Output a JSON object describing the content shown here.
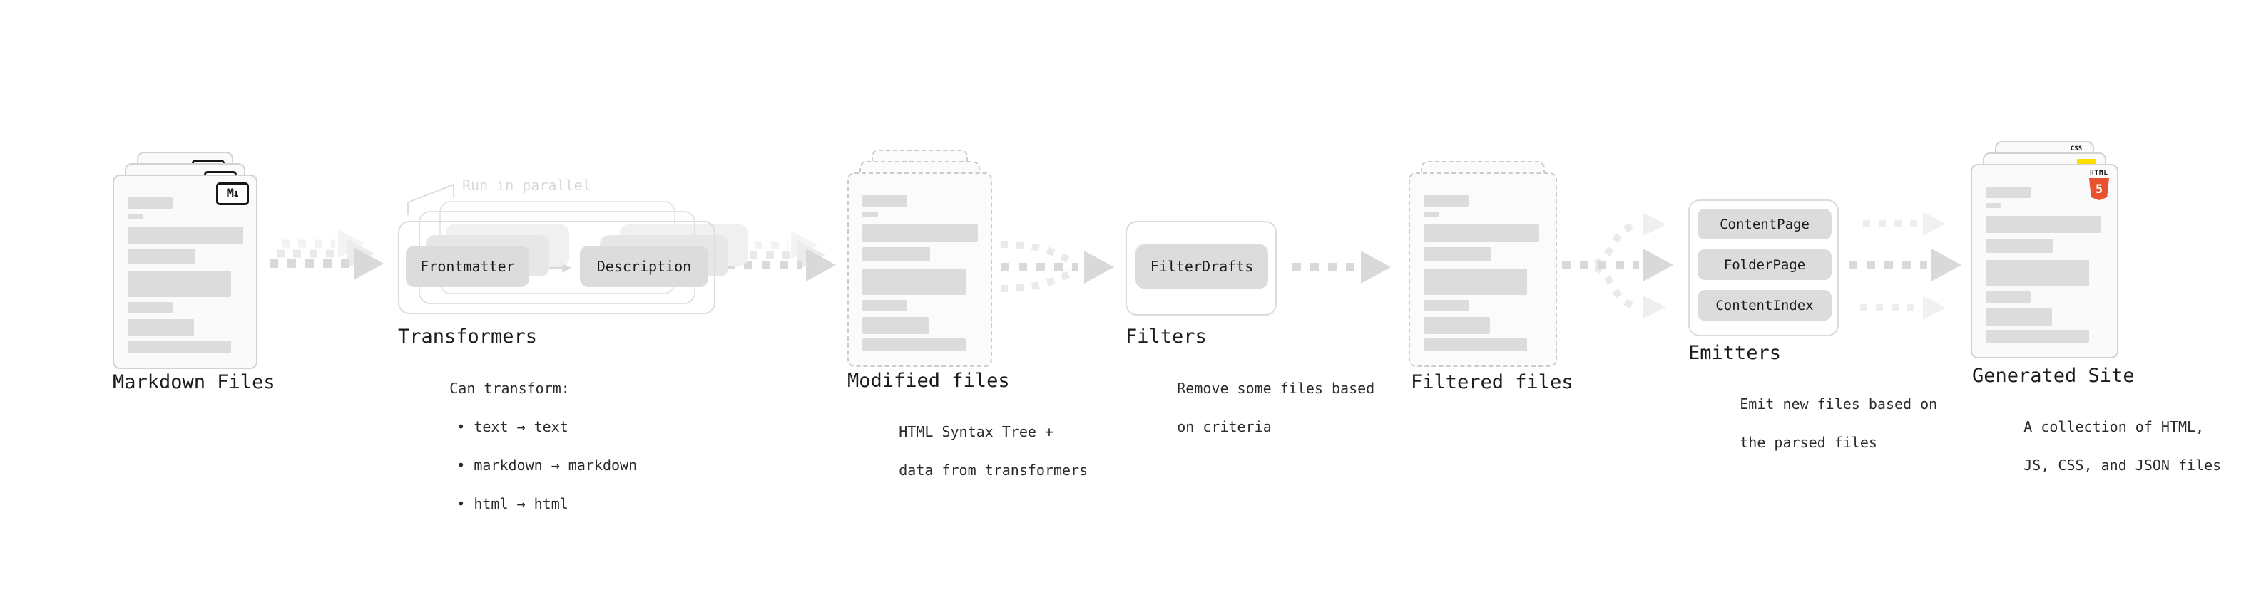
{
  "stages": {
    "markdown": {
      "label": "Markdown Files",
      "badge": "M↓"
    },
    "transformers": {
      "label": "Transformers",
      "annotation": "Run in parallel",
      "button1": "Frontmatter",
      "button2": "Description",
      "desc1": "Can transform:",
      "bullet1": "• text → text",
      "bullet2": "• markdown → markdown",
      "bullet3": "• html → html"
    },
    "modified": {
      "label": "Modified files",
      "desc1": "HTML Syntax Tree +",
      "desc2": "data from transformers"
    },
    "filters": {
      "label": "Filters",
      "button1": "FilterDrafts",
      "desc1": "Remove some files based",
      "desc2": "on criteria"
    },
    "filtered": {
      "label": "Filtered files"
    },
    "emitters": {
      "label": "Emitters",
      "button1": "ContentPage",
      "button2": "FolderPage",
      "button3": "ContentIndex",
      "desc1": "Emit new files based on",
      "desc2": "the parsed files"
    },
    "generated": {
      "label": "Generated Site",
      "desc1": "A collection of HTML,",
      "desc2": "JS, CSS, and JSON files",
      "css_badge": "CSS",
      "html_badge_label": "HTML",
      "html_badge_number": "5"
    }
  },
  "colors": {
    "arrow": "#d9d9d9",
    "arrow_light": "#ededed",
    "accent_orange": "#e8522e",
    "accent_yellow": "#ffdd00",
    "accent_blue": "#3e6ff4"
  }
}
